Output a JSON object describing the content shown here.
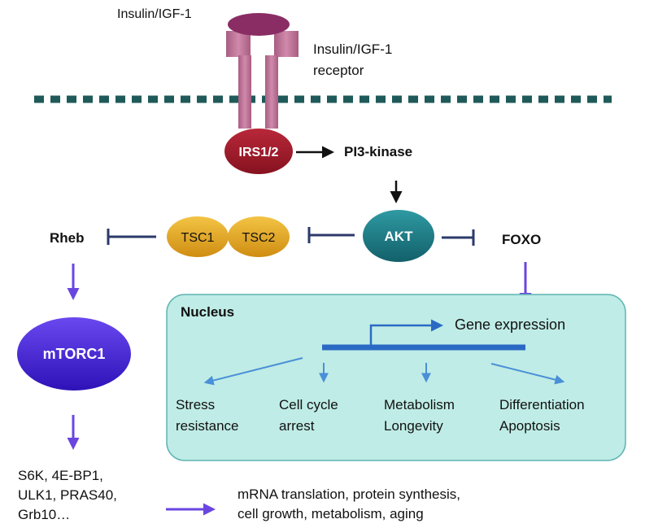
{
  "labels": {
    "ligand": "Insulin/IGF-1",
    "receptor_line1": "Insulin/IGF-1",
    "receptor_line2": "receptor",
    "irs": "IRS1/2",
    "pi3k": "PI3-kinase",
    "akt": "AKT",
    "tsc1": "TSC1",
    "tsc2": "TSC2",
    "rheb": "Rheb",
    "foxo": "FOXO",
    "mtorc1": "mTORC1",
    "nucleus": "Nucleus",
    "gene_expression": "Gene expression",
    "stress_line1": "Stress",
    "stress_line2": "resistance",
    "cellcycle_line1": "Cell cycle",
    "cellcycle_line2": "arrest",
    "metab_line1": "Metabolism",
    "metab_line2": "Longevity",
    "diff_line1": "Differentiation",
    "diff_line2": "Apoptosis",
    "targets_line1": "S6K, 4E-BP1,",
    "targets_line2": "ULK1, PRAS40,",
    "targets_line3": "Grb10…",
    "outcome_line1": "mRNA translation, protein synthesis,",
    "outcome_line2": "cell growth, metabolism, aging"
  },
  "colors": {
    "receptor": "#c07a9c",
    "ligand": "#8a2d64",
    "irs": "#9e1b2c",
    "akt": "#1f8088",
    "tsc": "#e6a81e",
    "mtorc1": "#4f2be0",
    "nucleus_fill": "#bfece6",
    "nucleus_stroke": "#5fb3b3",
    "membrane": "#1f5a5a",
    "inhibit": "#2b3a6b",
    "activate_purple": "#6a46e0",
    "nucleus_arrow": "#4a8fd8",
    "dna": "#2a6ac4"
  }
}
